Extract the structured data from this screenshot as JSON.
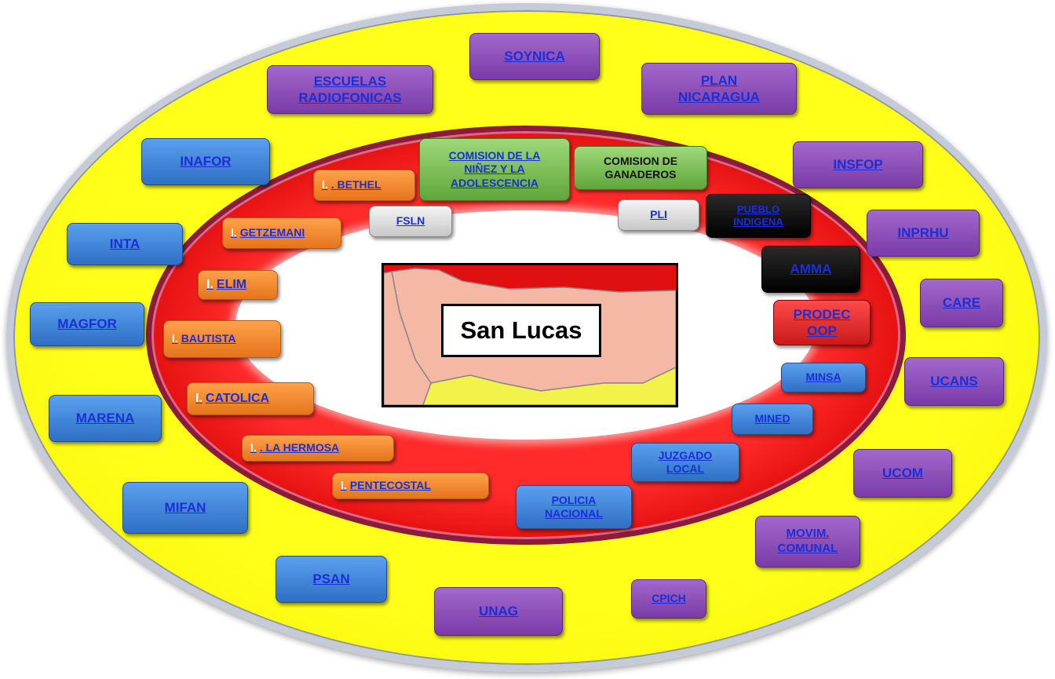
{
  "center": {
    "label": "San Lucas"
  },
  "outer_ring": {
    "items": [
      {
        "id": "soynica",
        "label": "SOYNICA"
      },
      {
        "id": "escuelas",
        "label": "ESCUELAS\nRADIOFONICAS"
      },
      {
        "id": "plan",
        "label": "PLAN\nNICARAGUA"
      },
      {
        "id": "insfop",
        "label": "INSFOP"
      },
      {
        "id": "inprhu",
        "label": "INPRHU"
      },
      {
        "id": "care",
        "label": "CARE"
      },
      {
        "id": "ucans",
        "label": "UCANS"
      },
      {
        "id": "ucom",
        "label": "UCOM"
      },
      {
        "id": "movim",
        "label": "MOVIM.\nCOMUNAL"
      },
      {
        "id": "cpich",
        "label": "CPICH"
      },
      {
        "id": "unag",
        "label": "UNAG"
      },
      {
        "id": "psan",
        "label": "PSAN"
      },
      {
        "id": "mifan",
        "label": "MIFAN"
      },
      {
        "id": "marena",
        "label": "MARENA"
      },
      {
        "id": "magfor",
        "label": "MAGFOR"
      },
      {
        "id": "inta",
        "label": "INTA"
      },
      {
        "id": "inafor",
        "label": "INAFOR"
      }
    ]
  },
  "inner_ring": {
    "prefix": "I.",
    "churches": [
      {
        "id": "bethel",
        "label": ". BETHEL"
      },
      {
        "id": "getzemani",
        "label": "GETZEMANI"
      },
      {
        "id": "elim",
        "label": "ELIM"
      },
      {
        "id": "bautista",
        "label": "BAUTISTA"
      },
      {
        "id": "catolica",
        "label": "CATOLICA"
      },
      {
        "id": "hermosa",
        "label": ". LA HERMOSA"
      },
      {
        "id": "pentecostal",
        "label": "PENTECOSTAL"
      }
    ],
    "items": [
      {
        "id": "comision_ninez",
        "label": "COMISION DE LA\nNIÑEZ Y LA\nADOLESCENCIA"
      },
      {
        "id": "comision_ganaderos",
        "label": "COMISION DE\nGANADEROS"
      },
      {
        "id": "fsln",
        "label": "FSLN"
      },
      {
        "id": "pli",
        "label": "PLI"
      },
      {
        "id": "pueblo",
        "label": "PUEBLO\nINDIGENA"
      },
      {
        "id": "amma",
        "label": "AMMA"
      },
      {
        "id": "prodecoop",
        "label": "PRODEC\nOOP"
      },
      {
        "id": "minsa",
        "label": "MINSA"
      },
      {
        "id": "mined",
        "label": "MINED"
      },
      {
        "id": "juzgado",
        "label": "JUZGADO\nLOCAL"
      },
      {
        "id": "policia",
        "label": "POLICIA\nNACIONAL"
      }
    ]
  },
  "colors": {
    "outer_ring": "#ffff1a",
    "inner_ring": "#ff2a2a",
    "purple_box": "#8a4bb8",
    "blue_box": "#3f84da",
    "orange_box": "#f0862e",
    "green_box": "#7cc056",
    "link_text": "#1a2fd8"
  }
}
